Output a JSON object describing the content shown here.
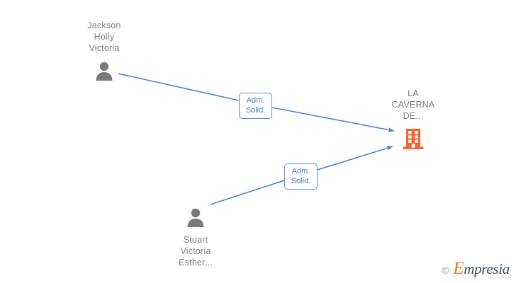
{
  "diagram": {
    "title": "",
    "colors": {
      "edge": "#4a83cf",
      "edge_label_text": "#4a83cf",
      "edge_label_border": "#5b8fd6",
      "person_icon": "#7a7a7a",
      "company_icon": "#f96332",
      "node_label_text": "#808080",
      "background": "#ffffff"
    },
    "nodes": [
      {
        "id": "person-1",
        "type": "person",
        "label": "Jackson\nHolly\nVictoria",
        "icon": "person-icon"
      },
      {
        "id": "person-2",
        "type": "person",
        "label": "Stuart\nVictoria\nEsther...",
        "icon": "person-icon"
      },
      {
        "id": "company",
        "type": "company",
        "label": "LA\nCAVERNA\nDE...",
        "icon": "building-icon"
      }
    ],
    "edges": [
      {
        "id": "edge-1",
        "from": "person-1",
        "to": "company",
        "label": "Adm.\nSolid.",
        "arrow": "end"
      },
      {
        "id": "edge-2",
        "from": "person-2",
        "to": "company",
        "label": "Adm.\nSolid.",
        "arrow": "end"
      }
    ]
  },
  "watermark": {
    "copyright": "©",
    "brand_first": "E",
    "brand_rest": "mpresia"
  }
}
